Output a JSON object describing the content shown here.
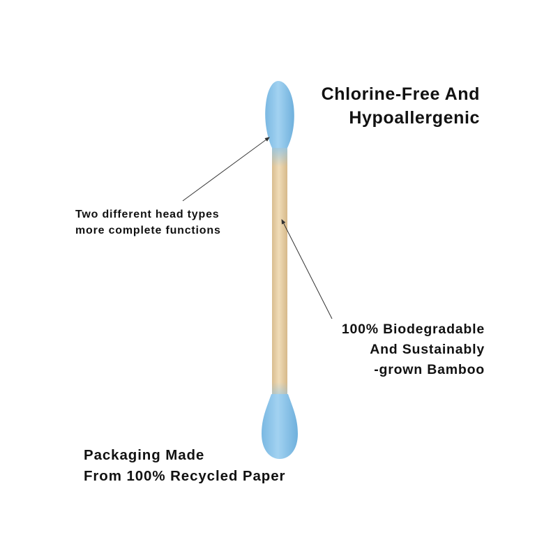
{
  "captions": {
    "chlorine": [
      "Chlorine-Free And",
      "Hypoallergenic"
    ],
    "head_types": [
      "Two different head types",
      "more complete functions"
    ],
    "bamboo": [
      "100% Biodegradable",
      "And Sustainably",
      "-grown Bamboo"
    ],
    "packaging": [
      "Packaging Made",
      "From 100% Recycled Paper"
    ]
  },
  "colors": {
    "cotton_tip": "#8ec5ea",
    "bamboo_stick": "#e6cfa8",
    "text": "#111111",
    "pointer_line": "#333333"
  },
  "icons": {
    "product": "cotton-swab-icon"
  }
}
